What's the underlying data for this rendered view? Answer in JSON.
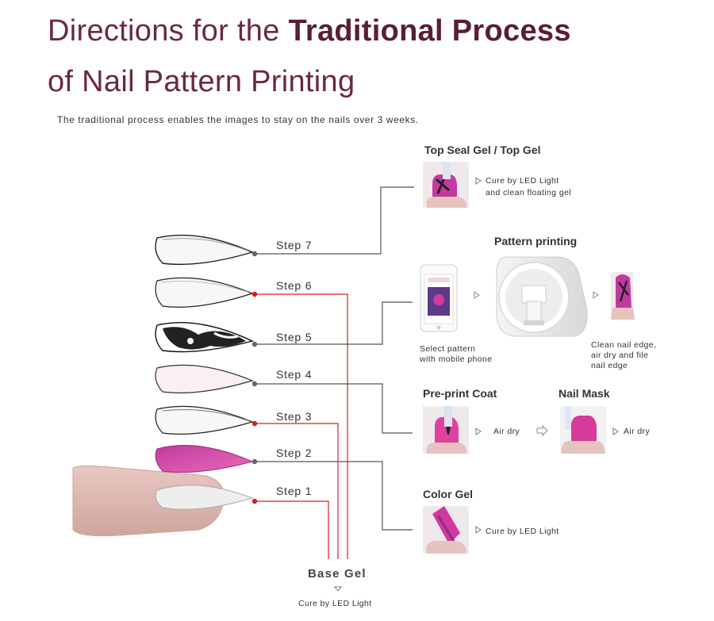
{
  "title": {
    "line1_normal": "Directions for the ",
    "line1_bold": "Traditional Process",
    "line2": "of Nail Pattern Printing"
  },
  "subtitle": "The traditional process enables the images to stay on the nails over 3 weeks.",
  "steps": [
    {
      "label": "Step 7",
      "dot_color": "#666666"
    },
    {
      "label": "Step 6",
      "dot_color": "#d32020"
    },
    {
      "label": "Step 5",
      "dot_color": "#666666"
    },
    {
      "label": "Step 4",
      "dot_color": "#666666"
    },
    {
      "label": "Step 3",
      "dot_color": "#d32020"
    },
    {
      "label": "Step 2",
      "dot_color": "#666666"
    },
    {
      "label": "Step 1",
      "dot_color": "#d32020"
    }
  ],
  "sections": {
    "top_seal": {
      "title": "Top Seal Gel / Top Gel",
      "line1": "Cure by LED Light",
      "line2": "and clean floating gel"
    },
    "pattern": {
      "title": "Pattern printing",
      "select1": "Select pattern",
      "select2": "with mobile phone",
      "clean1": "Clean nail edge,",
      "clean2": "air dry and file",
      "clean3": "nail edge"
    },
    "preprint": {
      "title": "Pre-print Coat",
      "note": "Air dry"
    },
    "nail_mask": {
      "title": "Nail Mask",
      "note": "Air dry"
    },
    "color_gel": {
      "title": "Color Gel",
      "note": "Cure by LED Light"
    }
  },
  "base": {
    "title": "Base Gel",
    "note": "Cure by LED Light"
  },
  "colors": {
    "title": "#6b2a3a",
    "red_line": "#d32020",
    "gray_line": "#555555",
    "pink": "#d63a9a"
  }
}
